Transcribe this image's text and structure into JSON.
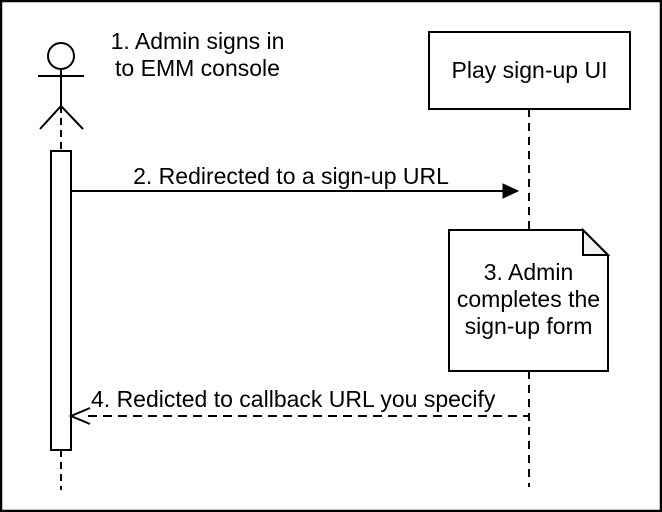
{
  "diagram": {
    "type": "sequence-diagram",
    "actor_caption": {
      "line1": "1. Admin signs in",
      "line2": "to EMM console"
    },
    "participant": {
      "label": "Play sign-up UI"
    },
    "messages": {
      "redirect": {
        "label": "2. Redirected to a sign-up URL",
        "style": "solid",
        "direction": "left-to-right"
      },
      "callback": {
        "label": "4. Redicted to callback URL you specify",
        "style": "dashed",
        "direction": "right-to-left"
      }
    },
    "note": {
      "line1": "3. Admin",
      "line2": "completes the",
      "line3": "sign-up form"
    },
    "colors": {
      "stroke": "#000000",
      "background": "#ffffff",
      "note_fold": "#f2f2f2"
    }
  }
}
